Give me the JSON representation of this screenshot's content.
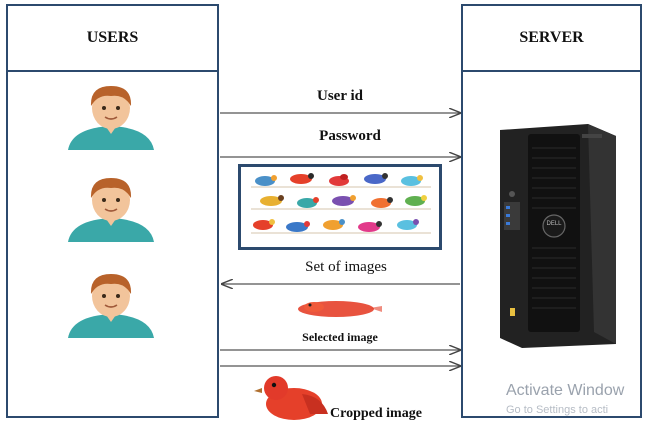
{
  "users_panel": {
    "title": "USERS"
  },
  "server_panel": {
    "title": "SERVER"
  },
  "users": [
    {
      "icon": "user-avatar-icon"
    },
    {
      "icon": "user-avatar-icon"
    },
    {
      "icon": "user-avatar-icon"
    }
  ],
  "flows": {
    "user_id": "User id",
    "password": "Password",
    "set_of_images": "Set of images",
    "selected_image": "Selected image",
    "cropped_image": "Cropped image"
  },
  "server": {
    "icon": "tower-server-icon",
    "brand": "DELL"
  },
  "images": {
    "set_icon": "bird-collection-icon",
    "selected_icon": "red-bird-thumbnail-icon",
    "cropped_icon": "red-bird-cropped-icon"
  },
  "watermark": {
    "line1": "Activate Window",
    "line2": "Go to Settings to acti"
  },
  "colors": {
    "border": "#2c4a6e",
    "skin": "#f2c49b",
    "hair": "#b8622a",
    "shirt": "#3aa8a8",
    "bird_red": "#e5402a"
  }
}
